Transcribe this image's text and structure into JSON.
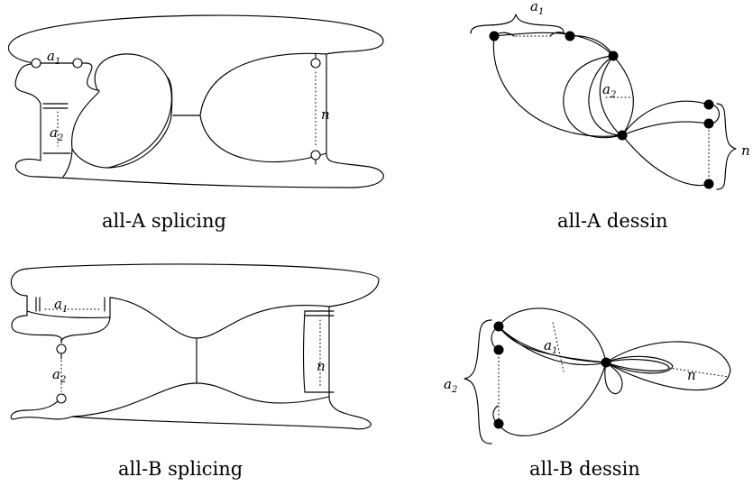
{
  "captions": {
    "all_a_splicing": "all-A splicing",
    "all_a_dessin": "all-A dessin",
    "all_b_splicing": "all-B splicing",
    "all_b_dessin": "all-B dessin"
  },
  "labels": {
    "a": "a",
    "n": "n",
    "sub_1": "1",
    "sub_2": "2"
  }
}
